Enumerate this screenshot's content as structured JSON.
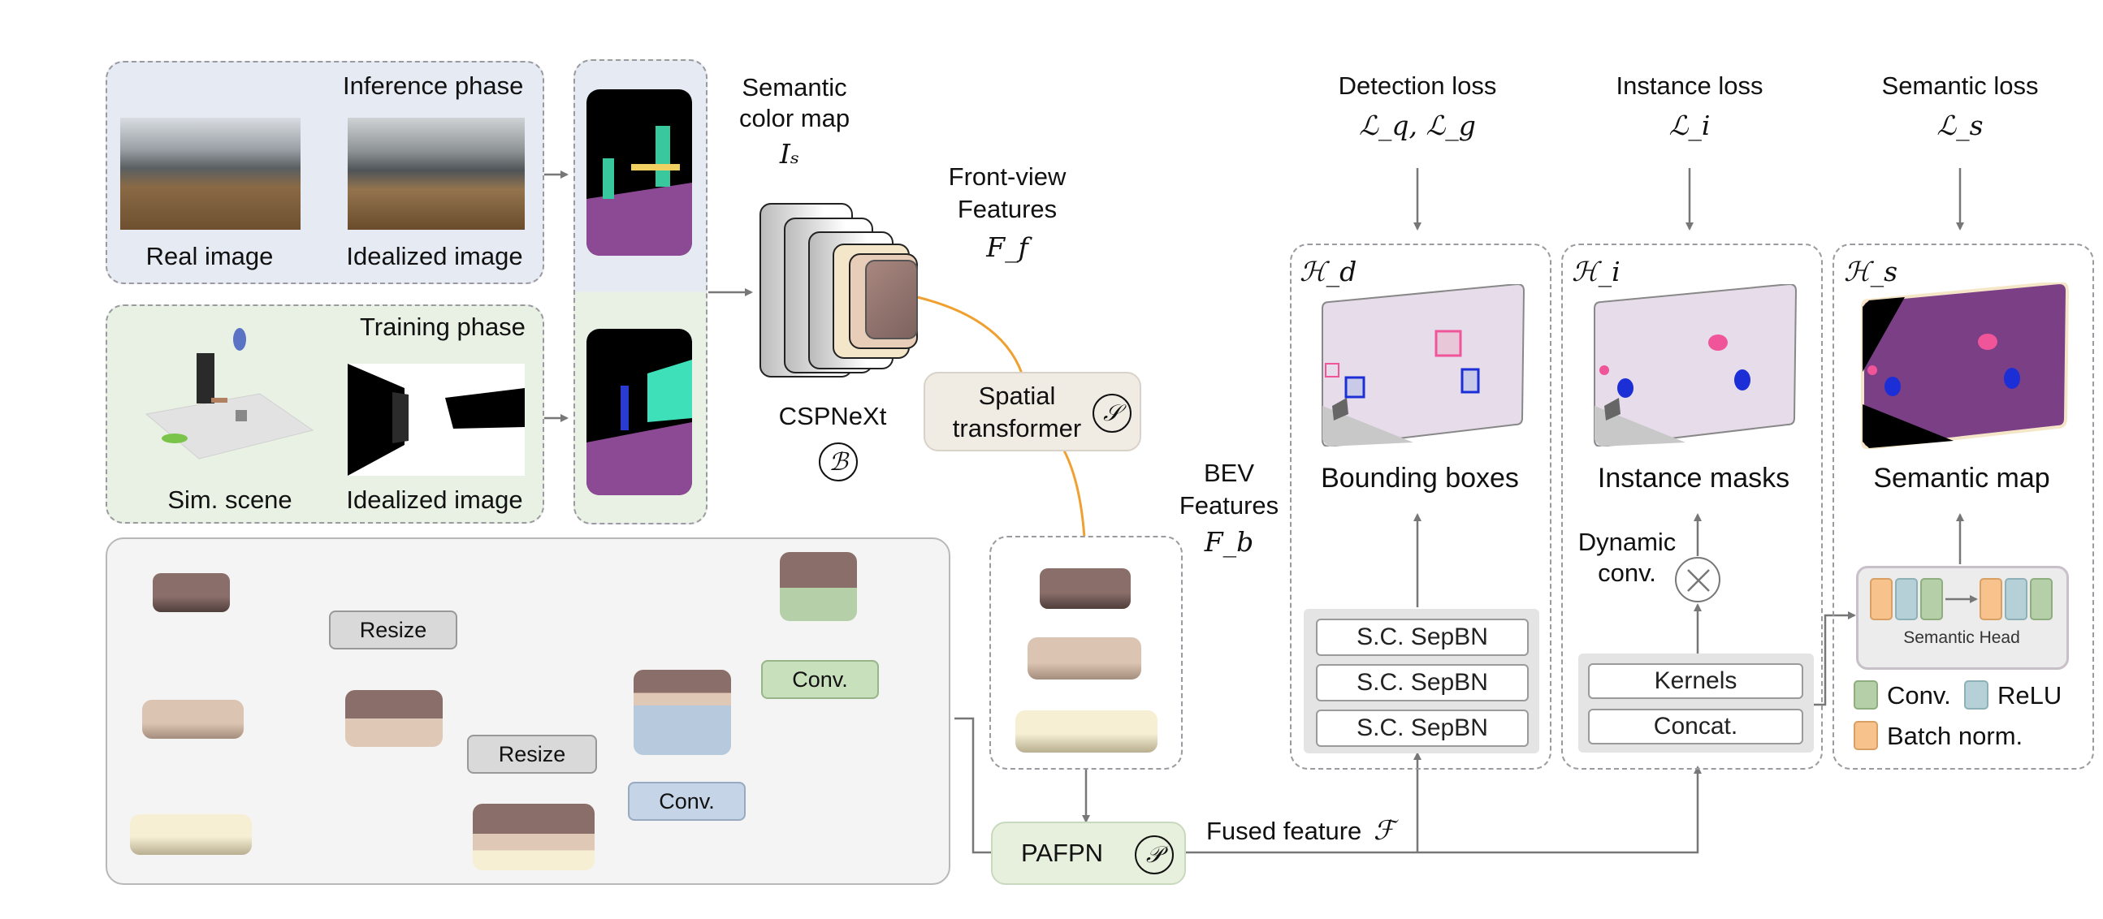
{
  "colors": {
    "inference_bg": "#e6eaf2",
    "training_bg": "#e8f1e4",
    "arrow_gray": "#777777",
    "arrow_orange": "#f0a030",
    "feat_dark": "#8a6e6a",
    "feat_mid": "#d7bfae",
    "feat_light": "#f4ebcf",
    "conv_green": "#b5cfa8",
    "relu_blue": "#b5d0d6",
    "bn_orange": "#f7c28b",
    "conv_blue": "#b7c9dd",
    "semantic_purple": "#7b3f86",
    "semantic_teal": "#3de0b8",
    "bev_lavender": "#e6dcea",
    "pink": "#f0559a",
    "blue": "#1c2fd6"
  },
  "input": {
    "inference_phase_label": "Inference phase",
    "training_phase_label": "Training phase",
    "real_image_label": "Real image",
    "idealized_image_label_1": "Idealized image",
    "sim_scene_label": "Sim. scene",
    "idealized_image_label_2": "Idealized image"
  },
  "backbone": {
    "semantic_color_map_line1": "Semantic",
    "semantic_color_map_line2": "color map",
    "semantic_color_map_symbol": "Iₛ",
    "front_view_line1": "Front-view",
    "front_view_line2": "Features",
    "front_view_symbol": "F_f",
    "backbone_label": "CSPNeXt",
    "backbone_symbol": "ℬ",
    "spatial_transformer_line1": "Spatial",
    "spatial_transformer_line2": "transformer",
    "spatial_transformer_symbol": "𝒮",
    "bev_line1": "BEV",
    "bev_line2": "Features",
    "bev_symbol": "F_b"
  },
  "neck": {
    "resize_label_1": "Resize",
    "resize_label_2": "Resize",
    "conv_label_1": "Conv.",
    "conv_label_2": "Conv.",
    "pafpn_label": "PAFPN",
    "pafpn_symbol": "𝒫",
    "fused_feature_label": "Fused feature",
    "fused_feature_symbol": "ℱ"
  },
  "heads": {
    "detection_loss_label": "Detection loss",
    "detection_loss_symbol": "ℒ_q, ℒ_g",
    "instance_loss_label": "Instance loss",
    "instance_loss_symbol": "ℒ_i",
    "semantic_loss_label": "Semantic loss",
    "semantic_loss_symbol": "ℒ_s",
    "detection_head_symbol": "ℋ_d",
    "instance_head_symbol": "ℋ_i",
    "semantic_head_symbol": "ℋ_s",
    "bounding_boxes_label": "Bounding boxes",
    "instance_masks_label": "Instance masks",
    "semantic_map_label": "Semantic map",
    "sepbn_layers": [
      "S.C. SepBN",
      "S.C. SepBN",
      "S.C. SepBN"
    ],
    "instance_layers": [
      "Kernels",
      "Concat."
    ],
    "dynamic_conv_line1": "Dynamic",
    "dynamic_conv_line2": "conv.",
    "semantic_head_label": "Semantic Head"
  },
  "legend": {
    "conv": "Conv.",
    "relu": "ReLU",
    "batch_norm": "Batch norm."
  }
}
